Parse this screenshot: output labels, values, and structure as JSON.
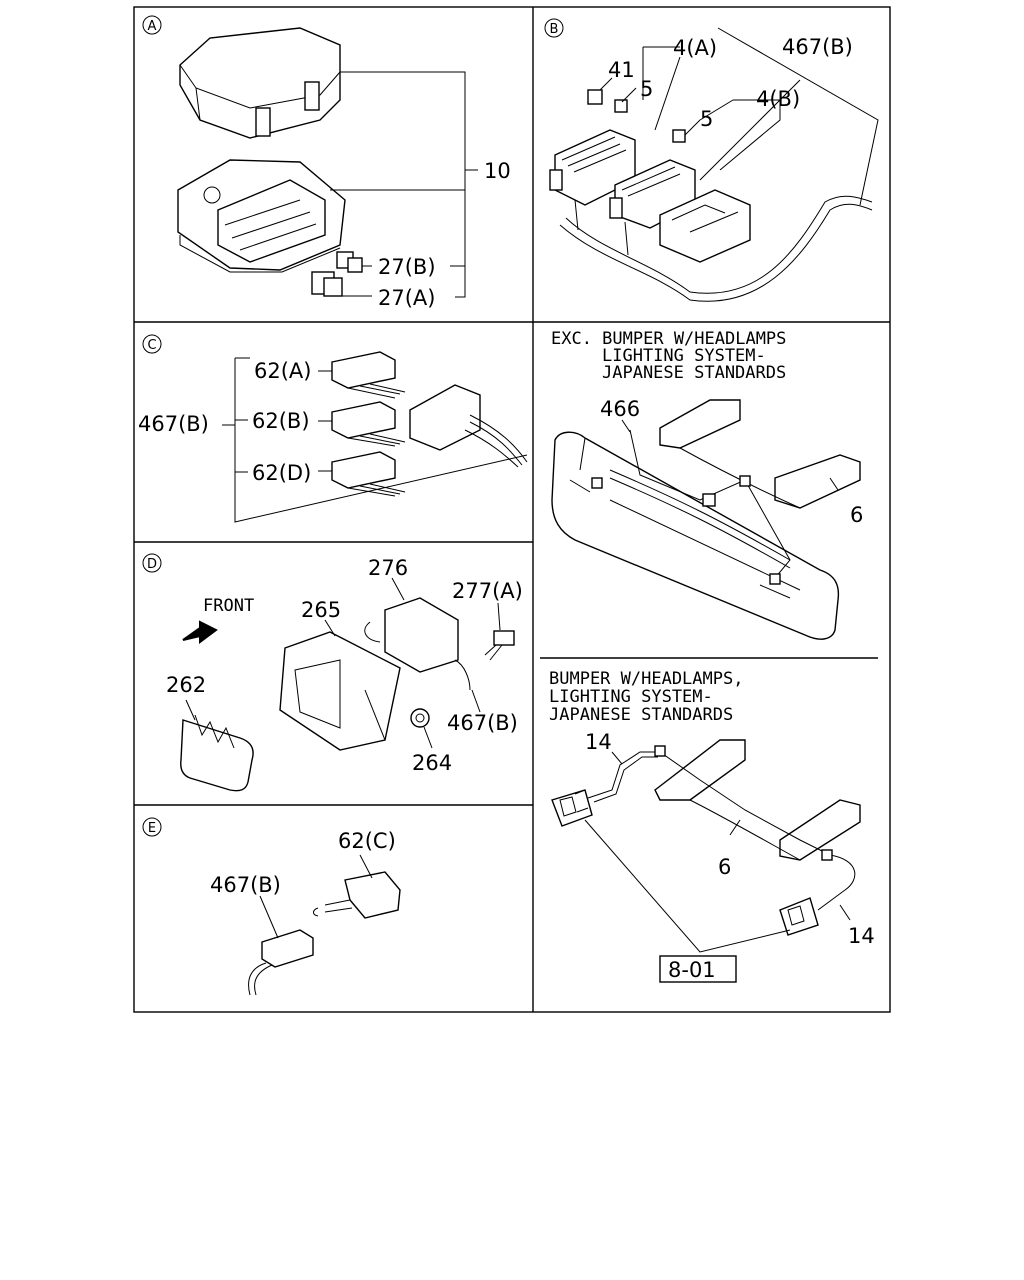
{
  "sections": {
    "A": {
      "badge": "A",
      "labels": {
        "p10": "10",
        "p27b": "27(B)",
        "p27a": "27(A)"
      }
    },
    "B": {
      "badge": "B",
      "labels": {
        "p41": "41",
        "p5a": "5",
        "p5b": "5",
        "p4a": "4(A)",
        "p4b": "4(B)",
        "p467b": "467(B)"
      }
    },
    "C": {
      "badge": "C",
      "labels": {
        "p62a": "62(A)",
        "p62b": "62(B)",
        "p62d": "62(D)",
        "p467b": "467(B)"
      }
    },
    "D": {
      "badge": "D",
      "front": "FRONT",
      "labels": {
        "p276": "276",
        "p277a": "277(A)",
        "p265": "265",
        "p262": "262",
        "p467b": "467(B)",
        "p264": "264"
      }
    },
    "E": {
      "badge": "E",
      "labels": {
        "p62c": "62(C)",
        "p467b": "467(B)"
      }
    },
    "F": {
      "caption": [
        "EXC. BUMPER W/HEADLAMPS",
        "LIGHTING SYSTEM-",
        "JAPANESE STANDARDS"
      ],
      "labels": {
        "p466": "466",
        "p6": "6"
      }
    },
    "G": {
      "caption": [
        "BUMPER W/HEADLAMPS,",
        "LIGHTING SYSTEM-",
        "JAPANESE STANDARDS"
      ],
      "labels": {
        "p14a": "14",
        "p6": "6",
        "p14b": "14",
        "ref": "8-01"
      }
    }
  }
}
